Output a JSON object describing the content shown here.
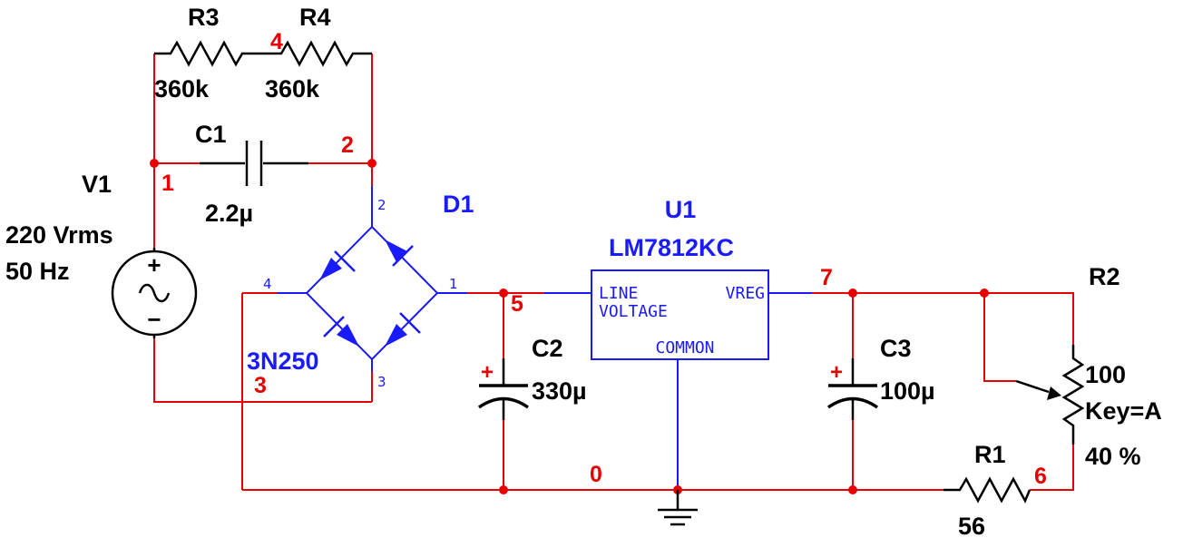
{
  "components": {
    "r3": {
      "ref": "R3",
      "value": "360k"
    },
    "r4": {
      "ref": "R4",
      "value": "360k"
    },
    "c1": {
      "ref": "C1",
      "value": "2.2µ"
    },
    "v1": {
      "ref": "V1",
      "amplitude": "220 Vrms",
      "frequency": "50 Hz"
    },
    "d1": {
      "ref": "D1",
      "part": "3N250",
      "pins": [
        "1",
        "2",
        "3",
        "4"
      ]
    },
    "u1": {
      "ref": "U1",
      "part": "LM7812KC",
      "pin_line": "LINE",
      "pin_voltage": "VOLTAGE",
      "pin_vreg": "VREG",
      "pin_common": "COMMON"
    },
    "c2": {
      "ref": "C2",
      "value": "330µ"
    },
    "c3": {
      "ref": "C3",
      "value": "100µ"
    },
    "r2": {
      "ref": "R2",
      "value": "100",
      "key": "Key=A",
      "setting": "40 %"
    },
    "r1": {
      "ref": "R1",
      "value": "56"
    }
  },
  "nets": [
    "0",
    "1",
    "2",
    "3",
    "4",
    "5",
    "6",
    "7"
  ],
  "symbols": {
    "plus": "+",
    "minus": "−"
  },
  "colors": {
    "wire": "#e60000",
    "component_label": "#1a1aff",
    "text": "#000000",
    "background": "#ffffff"
  }
}
